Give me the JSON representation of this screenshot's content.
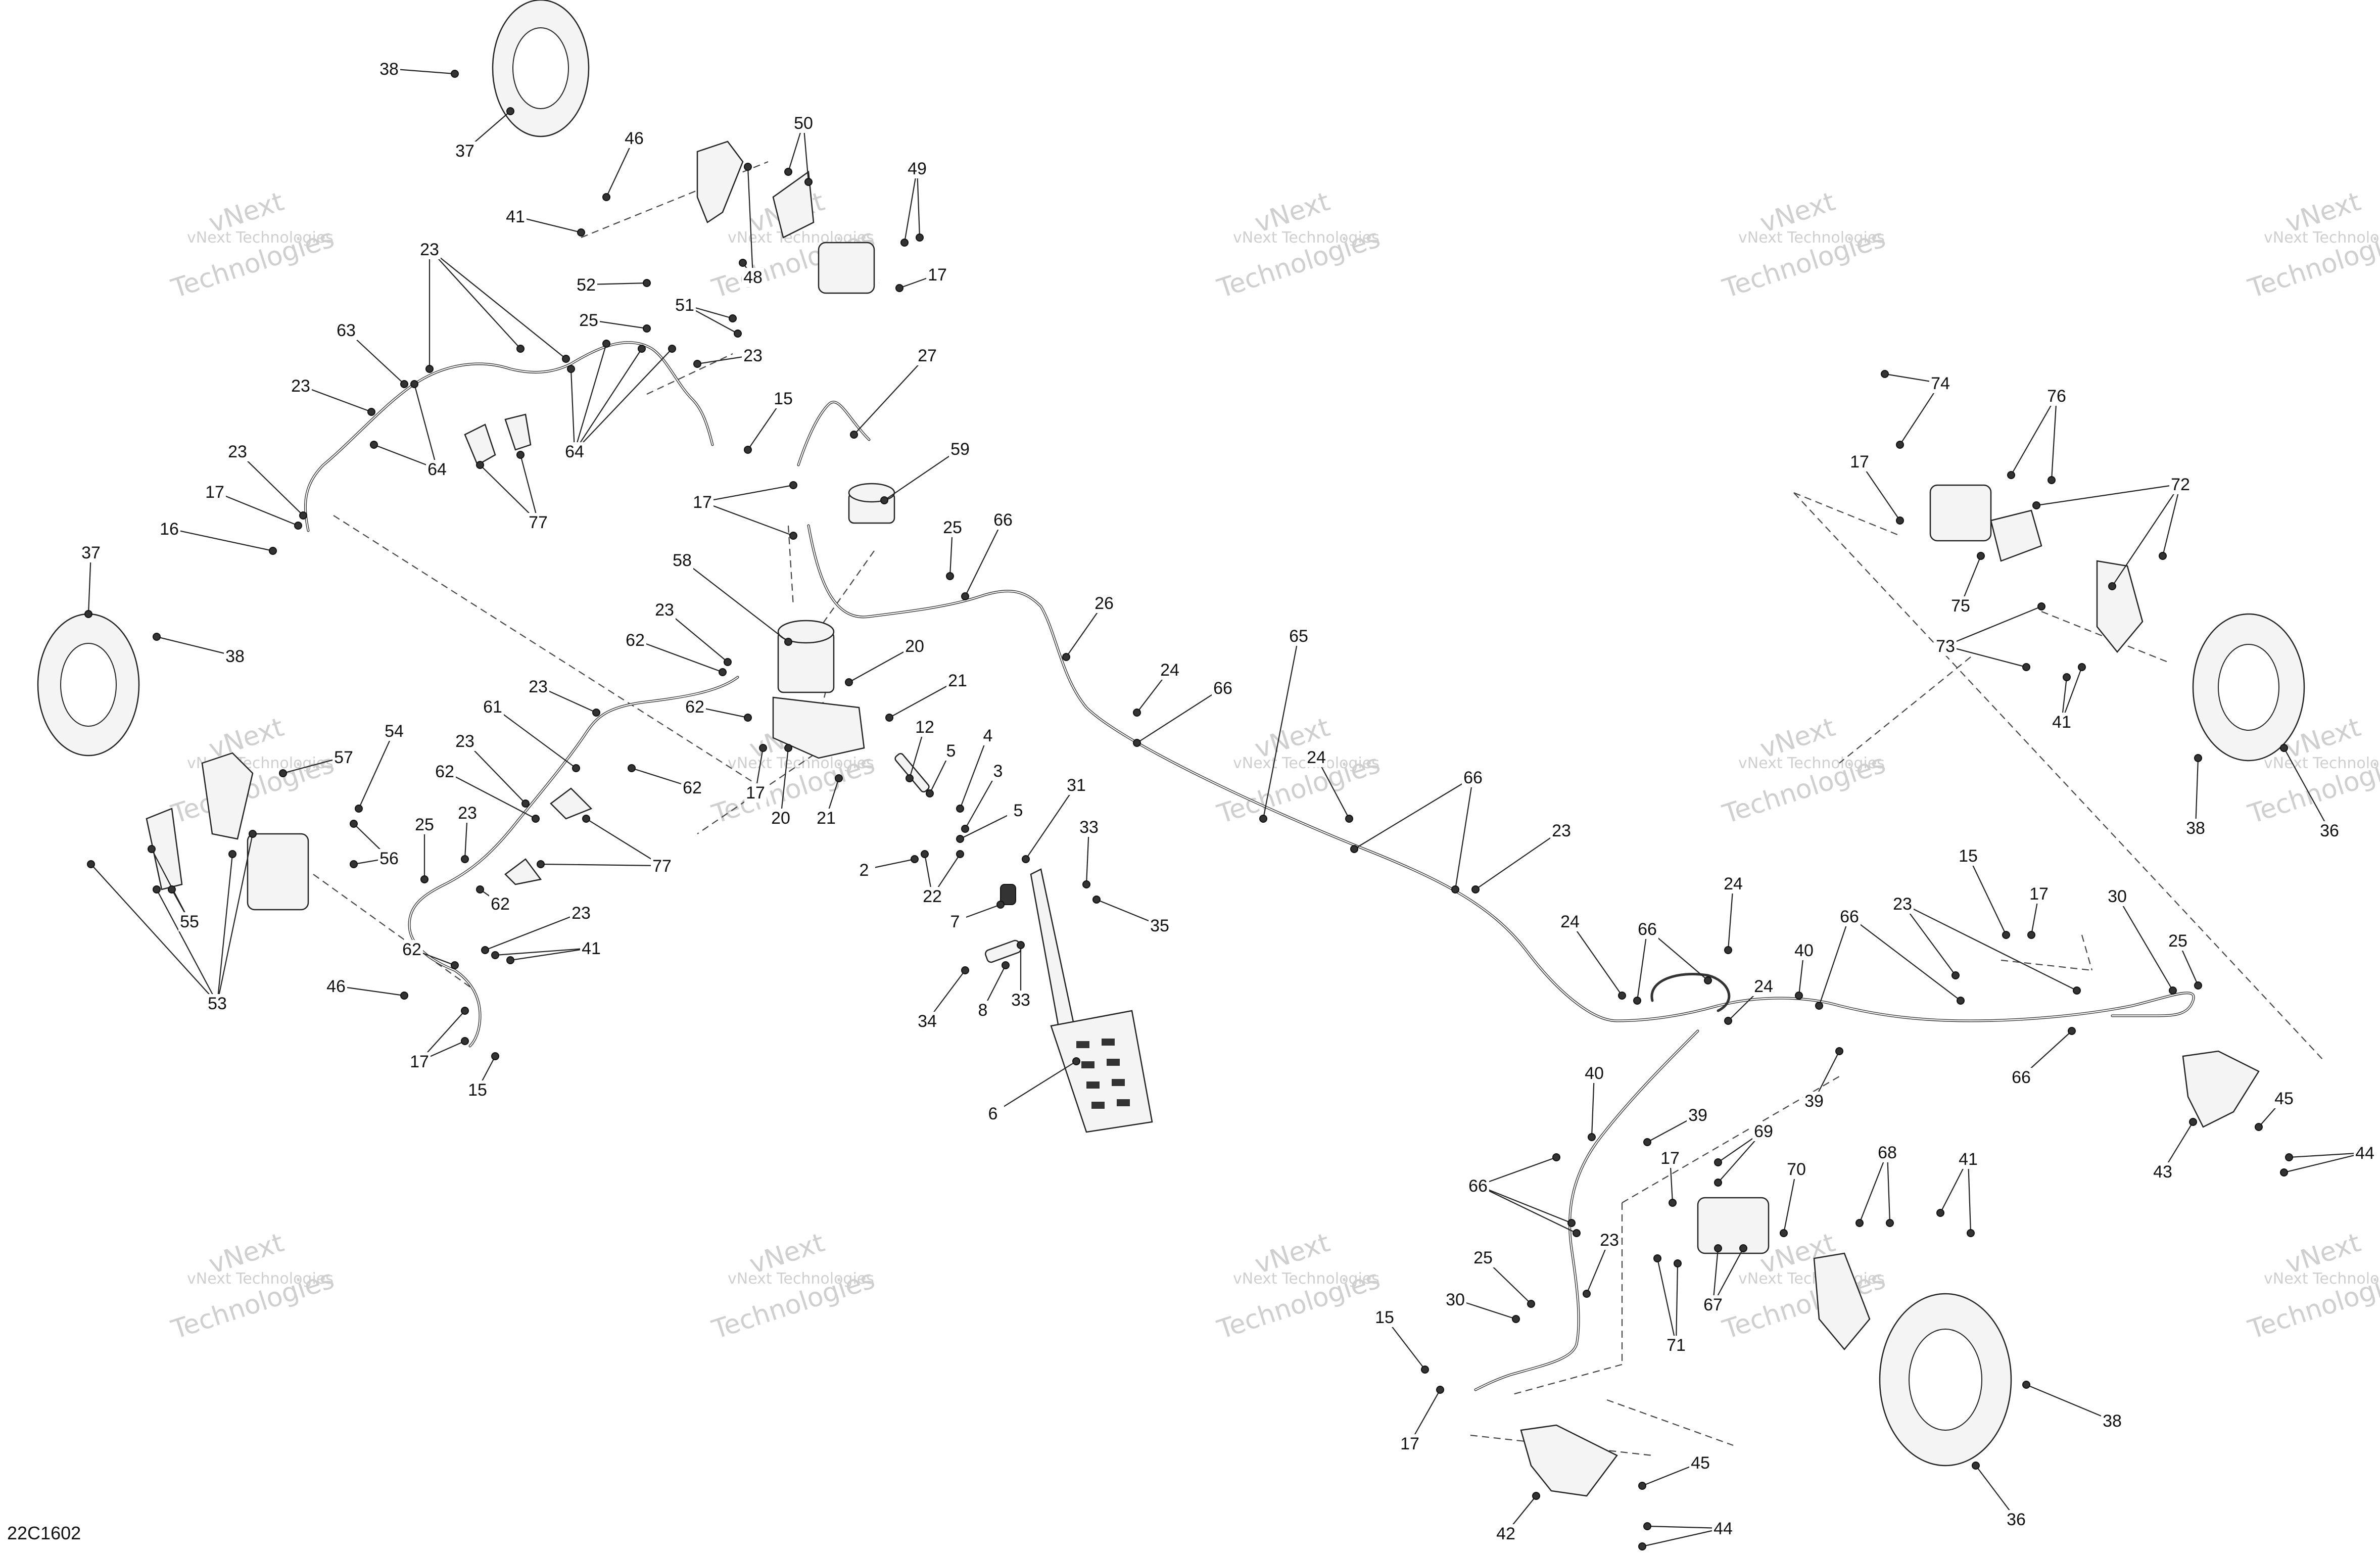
{
  "diagram_code": "22C1602",
  "watermark": {
    "line1": "vNext Technologies",
    "line2": "vNext",
    "line3": "Technologies"
  },
  "callouts": [
    "2",
    "3",
    "4",
    "5",
    "6",
    "7",
    "8",
    "12",
    "15",
    "16",
    "17",
    "20",
    "21",
    "22",
    "23",
    "24",
    "25",
    "26",
    "27",
    "30",
    "31",
    "33",
    "34",
    "35",
    "36",
    "37",
    "38",
    "39",
    "40",
    "41",
    "42",
    "43",
    "44",
    "45",
    "46",
    "48",
    "49",
    "50",
    "51",
    "52",
    "53",
    "54",
    "55",
    "56",
    "57",
    "58",
    "59",
    "61",
    "62",
    "63",
    "64",
    "65",
    "66",
    "67",
    "68",
    "69",
    "70",
    "71",
    "72",
    "73",
    "74",
    "75",
    "76",
    "77"
  ]
}
